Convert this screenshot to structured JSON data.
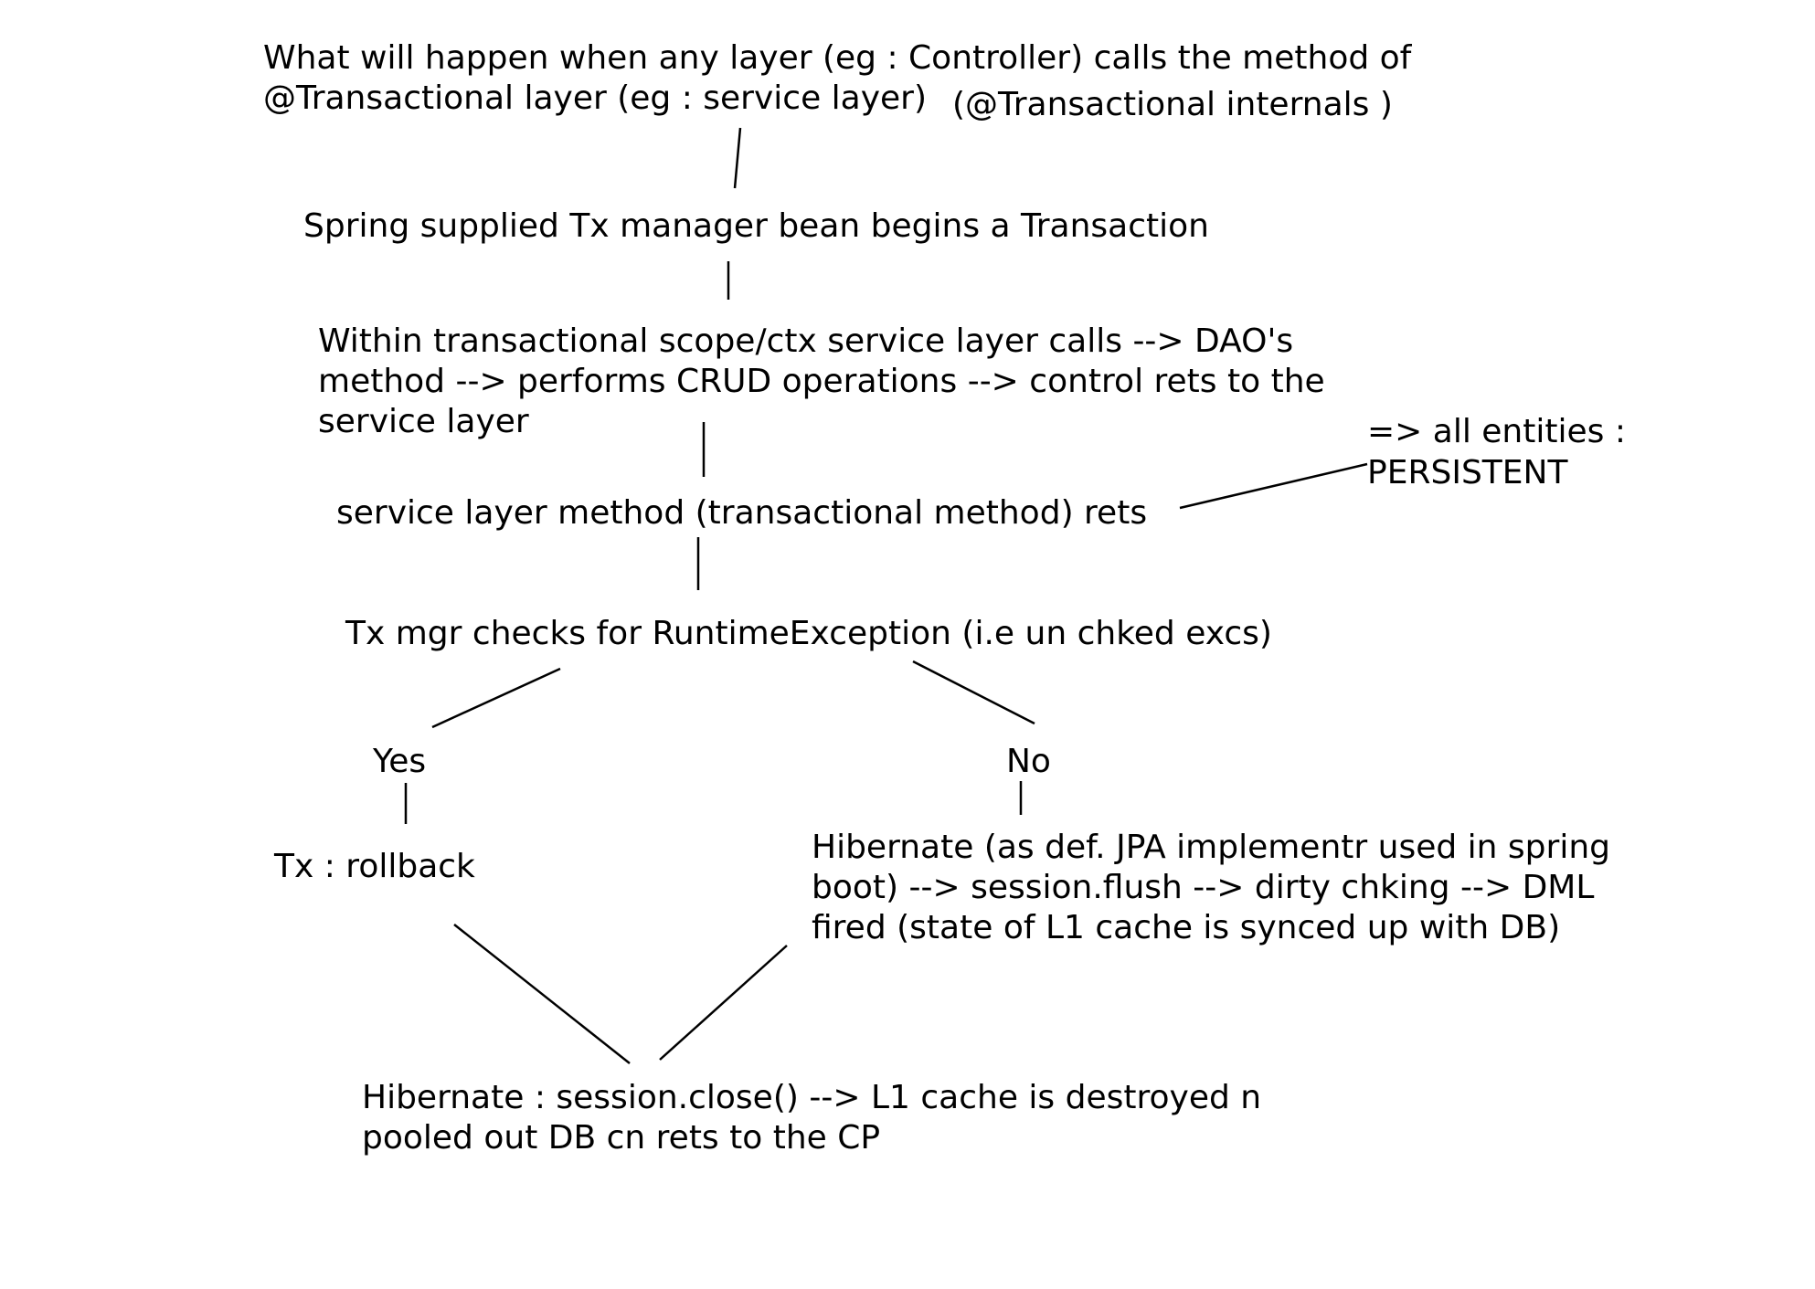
{
  "diagram": {
    "question": {
      "line1": "What will happen when any layer (eg : Controller) calls the method of",
      "line2": "@Transactional layer (eg : service layer)",
      "tag": "(@Transactional internals )"
    },
    "step_begin": "Spring supplied Tx manager bean begins a Transaction",
    "step_crud": {
      "line1": "Within transactional scope/ctx service layer calls --> DAO's",
      "line2": "method --> performs CRUD operations --> control rets to the",
      "line3": "service layer"
    },
    "step_return": "service layer method (transactional method) rets",
    "note_persistent": {
      "line1": "=> all entities :",
      "line2": "PERSISTENT"
    },
    "step_check": "Tx mgr checks for RuntimeException (i.e un chked excs)",
    "branch_yes": "Yes",
    "branch_no": "No",
    "step_rollback": "Tx : rollback",
    "step_flush": {
      "line1": "Hibernate (as def. JPA implementr used in spring",
      "line2": "boot) --> session.flush --> dirty chking --> DML",
      "line3": "fired (state of L1 cache is synced up with DB)"
    },
    "step_close": {
      "line1": "Hibernate : session.close() --> L1 cache is destroyed n",
      "line2": "pooled out DB cn rets to the CP"
    }
  }
}
